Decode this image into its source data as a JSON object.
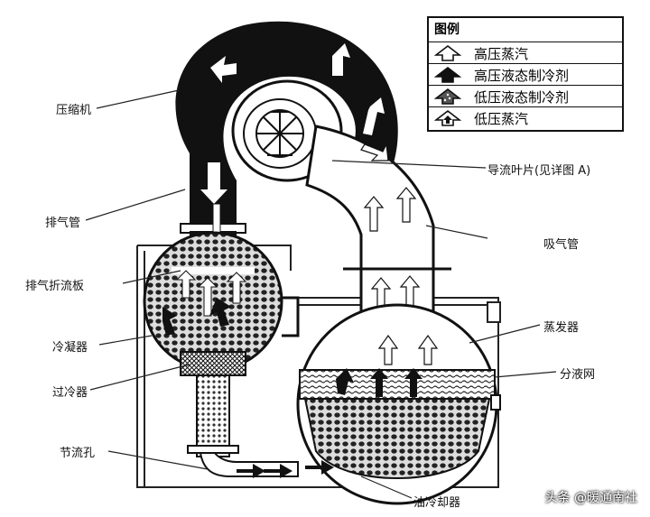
{
  "legend": {
    "title": "图例",
    "items": [
      {
        "label": "高压蒸汽",
        "icon": "hollow-arrow-icon"
      },
      {
        "label": "高压液态制冷剂",
        "icon": "solid-arrow-icon"
      },
      {
        "label": "低压液态制冷剂",
        "icon": "dotted-arrow-icon"
      },
      {
        "label": "低压蒸汽",
        "icon": "hollow-inner-arrow-icon"
      }
    ]
  },
  "labels": {
    "compressor": "压缩机",
    "discharge_pipe": "排气管",
    "discharge_baffle": "排气折流板",
    "condenser": "冷凝器",
    "subcooler": "过冷器",
    "orifice": "节流孔",
    "guide_vanes": "导流叶片(见详图 A)",
    "suction_pipe": "吸气管",
    "evaporator": "蒸发器",
    "distributor": "分液网",
    "oil_cooler": "油冷却器"
  },
  "watermark": "头条 @暖通南社"
}
